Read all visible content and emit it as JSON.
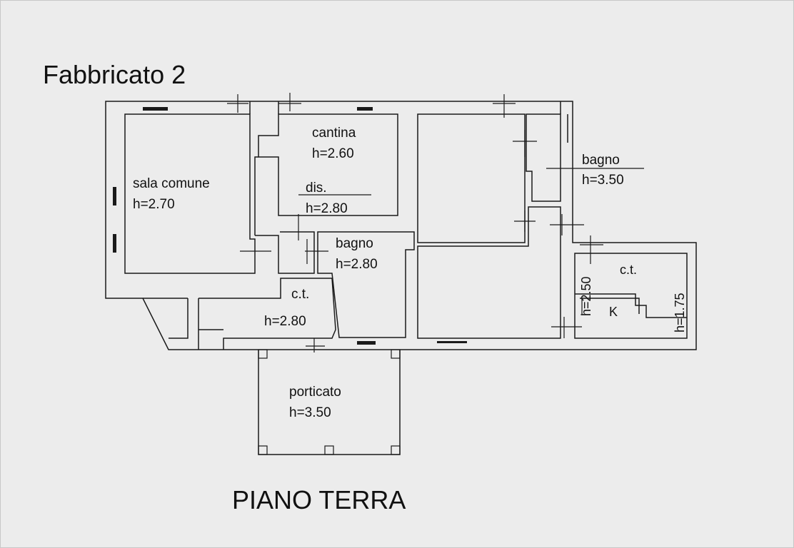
{
  "building": {
    "title": "Fabbricato 2"
  },
  "floor": {
    "label": "PIANO TERRA"
  },
  "rooms": {
    "sala_comune": {
      "name": "sala comune",
      "height": "h=2.70"
    },
    "cantina": {
      "name": "cantina",
      "height": "h=2.60"
    },
    "disimpegno": {
      "name": "dis.",
      "height": "h=2.80"
    },
    "bagno_center": {
      "name": "bagno",
      "height": "h=2.80"
    },
    "ct_lower": {
      "name": "c.t.",
      "height": "h=2.80"
    },
    "bagno_right": {
      "name": "bagno",
      "height": "h=3.50"
    },
    "ct_right": {
      "name": "c.t.",
      "height_left": "h=2.50",
      "height_right": "h=1.75",
      "marker": "K"
    },
    "porticato": {
      "name": "porticato",
      "height": "h=3.50"
    }
  }
}
